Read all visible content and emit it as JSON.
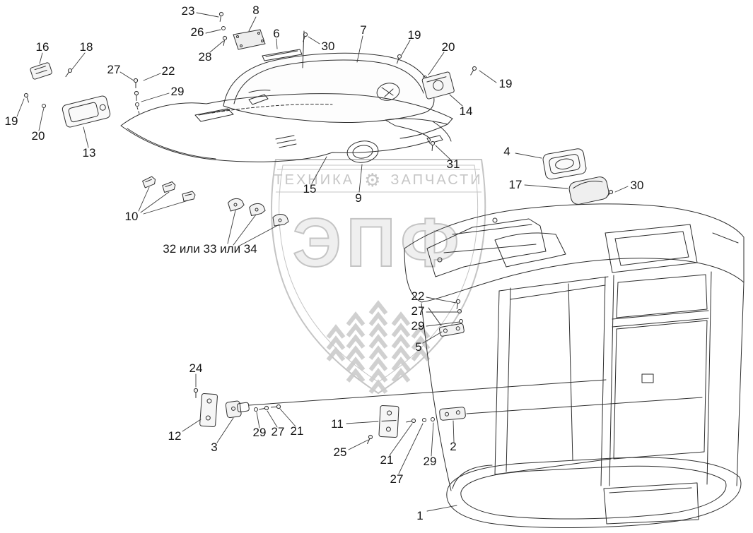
{
  "watermark": {
    "band_left": "ТЕХНИКА",
    "band_right": "ЗАПЧАСТИ",
    "gear_icon": "⚙",
    "brand": "ЭПФ",
    "shield_color": "#c4c4c4"
  },
  "diagram": {
    "line_color": "#2e2e2e",
    "labels": [
      {
        "text": "23"
      },
      {
        "text": "8"
      },
      {
        "text": "26"
      },
      {
        "text": "6"
      },
      {
        "text": "30"
      },
      {
        "text": "7"
      },
      {
        "text": "19"
      },
      {
        "text": "20"
      },
      {
        "text": "28"
      },
      {
        "text": "16"
      },
      {
        "text": "18"
      },
      {
        "text": "27"
      },
      {
        "text": "22"
      },
      {
        "text": "19"
      },
      {
        "text": "29"
      },
      {
        "text": "14"
      },
      {
        "text": "19"
      },
      {
        "text": "20"
      },
      {
        "text": "13"
      },
      {
        "text": "15"
      },
      {
        "text": "31"
      },
      {
        "text": "9"
      },
      {
        "text": "4"
      },
      {
        "text": "17"
      },
      {
        "text": "30"
      },
      {
        "text": "10"
      },
      {
        "text": "32 или 33 или 34"
      },
      {
        "text": "22"
      },
      {
        "text": "27"
      },
      {
        "text": "29"
      },
      {
        "text": "5"
      },
      {
        "text": "24"
      },
      {
        "text": "12"
      },
      {
        "text": "3"
      },
      {
        "text": "29"
      },
      {
        "text": "27"
      },
      {
        "text": "21"
      },
      {
        "text": "11"
      },
      {
        "text": "25"
      },
      {
        "text": "21"
      },
      {
        "text": "27"
      },
      {
        "text": "29"
      },
      {
        "text": "2"
      },
      {
        "text": "1"
      }
    ]
  }
}
